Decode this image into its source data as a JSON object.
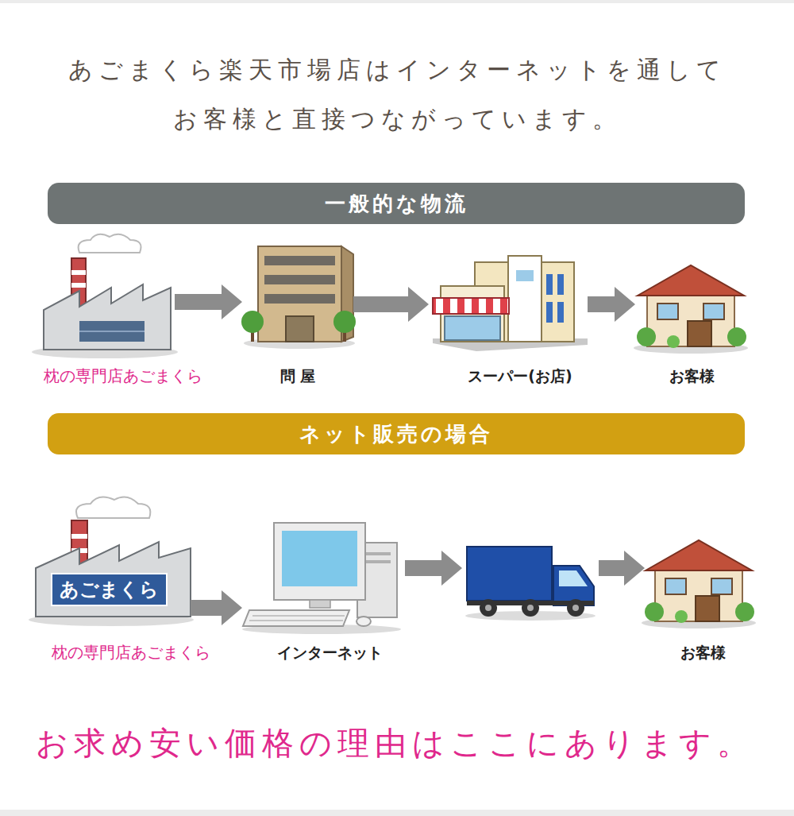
{
  "diagram": {
    "title": "あごまくら楽天市場店はインターネットを通して お客様と直接つながっています。",
    "caption": "お求め安い価格の理由はここにあります。",
    "nodes": [
      {
        "text": [
          "一般的な物流"
        ]
      },
      {
        "text": [
          "枕の専門店あごまくら"
        ]
      },
      {
        "text": [
          "問 屋"
        ]
      },
      {
        "text": [
          "スーパー(お店)"
        ]
      },
      {
        "text": [
          "お客様"
        ]
      },
      {
        "text": [
          "ネット販売の場合"
        ]
      },
      {
        "text": [
          "あごまくら",
          "枕の専門店あごまくら"
        ]
      },
      {
        "text": [
          "インターネット"
        ]
      },
      {
        "text": [
          "お客様"
        ]
      }
    ],
    "edges": [
      {
        "from": 1,
        "to": 2,
        "arrow": "to"
      },
      {
        "from": 2,
        "to": 3,
        "arrow": "to"
      },
      {
        "from": 3,
        "to": 4,
        "arrow": "to"
      },
      {
        "from": 6,
        "to": 7,
        "arrow": "to"
      }
    ]
  }
}
